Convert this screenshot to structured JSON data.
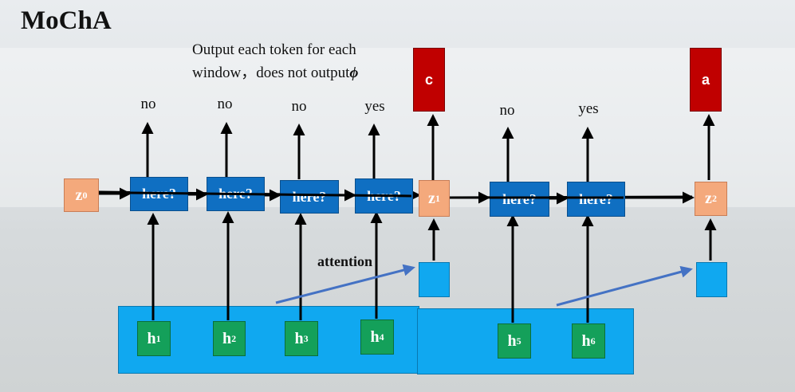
{
  "title": "MoChA",
  "note": {
    "line1": "Output each token for each",
    "line2": "window，does not output",
    "symbol": "ϕ"
  },
  "decisions": [
    "no",
    "no",
    "no",
    "yes",
    "no",
    "yes"
  ],
  "outputs": [
    "c",
    "a"
  ],
  "states": {
    "z0": "z",
    "z0_sup": "0",
    "z1": "z",
    "z1_sup": "1",
    "z2": "z",
    "z2_sup": "2"
  },
  "here_label": "here?",
  "hidden": [
    {
      "base": "h",
      "sup": "1"
    },
    {
      "base": "h",
      "sup": "2"
    },
    {
      "base": "h",
      "sup": "3"
    },
    {
      "base": "h",
      "sup": "4"
    },
    {
      "base": "h",
      "sup": "5"
    },
    {
      "base": "h",
      "sup": "6"
    }
  ],
  "attention_label": "attention",
  "colors": {
    "output": "#c00000",
    "state": "#f4a97c",
    "here": "#0f6fc2",
    "hidden": "#14a05a",
    "context": "#10a8f0",
    "attention_arrow": "#4472c4"
  }
}
